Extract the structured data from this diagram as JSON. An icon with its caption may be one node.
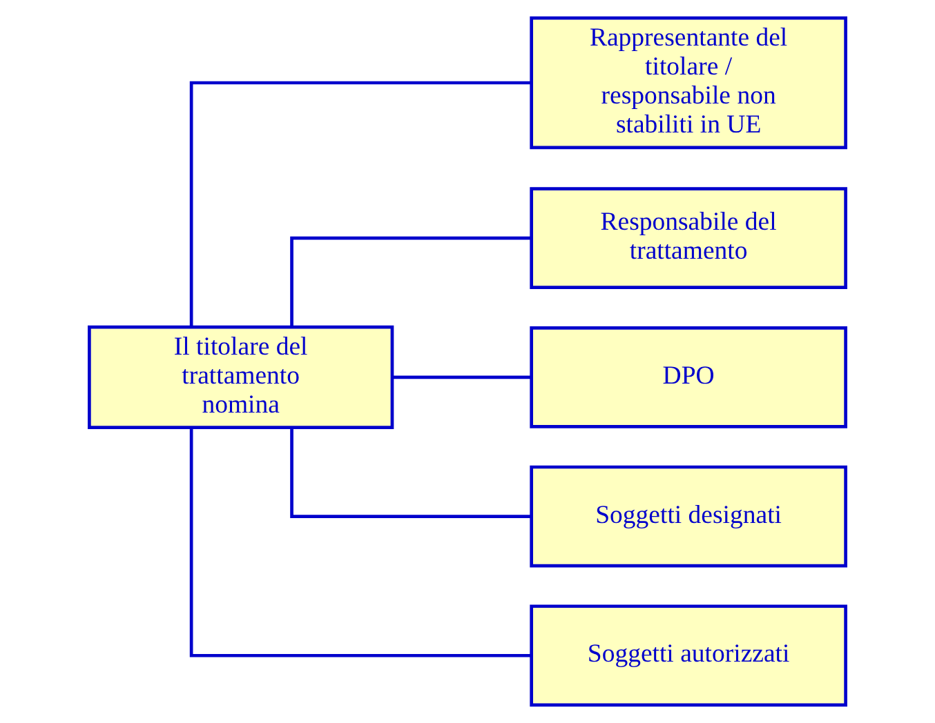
{
  "diagram": {
    "nodes": [
      {
        "text": [
          "Il titolare del trattamento nomina"
        ]
      },
      {
        "text": [
          "Rappresentante del titolare / responsabile non stabiliti in UE"
        ]
      },
      {
        "text": [
          "Responsabile del trattamento"
        ]
      },
      {
        "text": [
          "DPO"
        ]
      },
      {
        "text": [
          "Soggetti designati"
        ]
      },
      {
        "text": [
          "Soggetti autorizzati"
        ]
      }
    ],
    "edges": [
      {
        "from": 0,
        "to": 1,
        "arrow": "none"
      },
      {
        "from": 0,
        "to": 2,
        "arrow": "none"
      },
      {
        "from": 0,
        "to": 3,
        "arrow": "none"
      },
      {
        "from": 0,
        "to": 4,
        "arrow": "none"
      },
      {
        "from": 0,
        "to": 5,
        "arrow": "none"
      }
    ]
  }
}
